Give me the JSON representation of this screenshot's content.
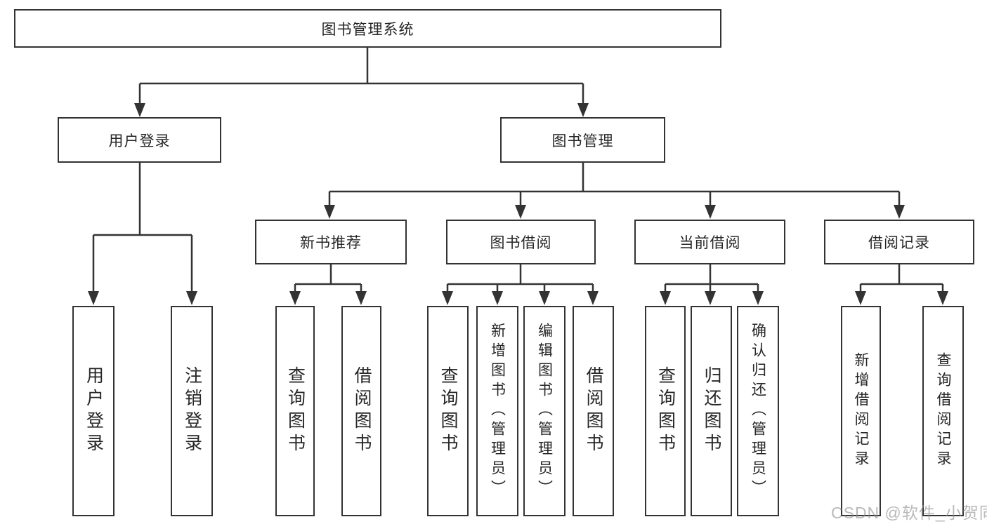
{
  "tree": {
    "root": {
      "label": "图书管理系统"
    },
    "branches": [
      {
        "label": "用户登录",
        "children": [
          {
            "label": "用户登录"
          },
          {
            "label": "注销登录"
          }
        ]
      },
      {
        "label": "图书管理",
        "children": [
          {
            "label": "新书推荐",
            "children": [
              {
                "label": "查询图书"
              },
              {
                "label": "借阅图书"
              }
            ]
          },
          {
            "label": "图书借阅",
            "children": [
              {
                "label": "查询图书"
              },
              {
                "label": "新增图书（管理员）"
              },
              {
                "label": "编辑图书（管理员）"
              },
              {
                "label": "借阅图书"
              }
            ]
          },
          {
            "label": "当前借阅",
            "children": [
              {
                "label": "查询图书"
              },
              {
                "label": "归还图书"
              },
              {
                "label": "确认归还（管理员）"
              }
            ]
          },
          {
            "label": "借阅记录",
            "children": [
              {
                "label": "新增借阅记录"
              },
              {
                "label": "查询借阅记录"
              }
            ]
          }
        ]
      }
    ]
  },
  "watermark": {
    "text": "CSDN @软件_小贺同学"
  },
  "colors": {
    "line": "#333333",
    "text": "#262626",
    "watermark": "#8f8f8f",
    "background": "#ffffff"
  }
}
